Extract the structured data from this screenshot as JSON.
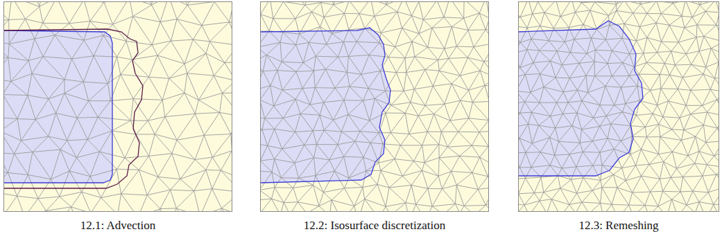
{
  "diagram": {
    "labels": [
      "12.1: Advection",
      "12.2: Isosurface discretization",
      "12.3: Remeshing"
    ]
  }
}
